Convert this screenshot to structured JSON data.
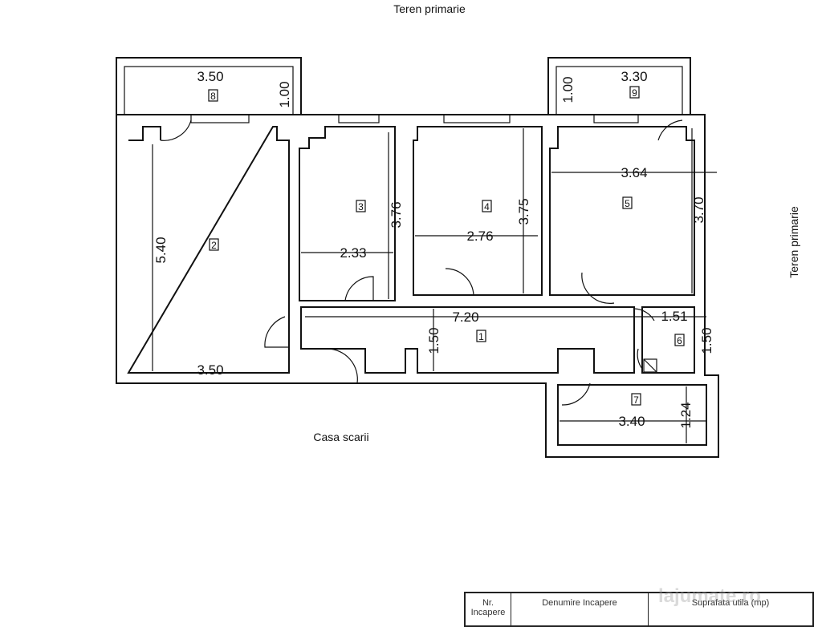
{
  "labels": {
    "top": "Teren primarie",
    "right": "Teren primarie",
    "stairs": "Casa scarii"
  },
  "rooms": [
    {
      "id": "1",
      "dims": [
        "7.20",
        "1.50"
      ]
    },
    {
      "id": "2",
      "dims": [
        "5.40",
        "3.50"
      ]
    },
    {
      "id": "3",
      "dims": [
        "2.33",
        "3.76"
      ]
    },
    {
      "id": "4",
      "dims": [
        "2.76",
        "3.75"
      ]
    },
    {
      "id": "5",
      "dims": [
        "3.64",
        "3.70"
      ]
    },
    {
      "id": "6",
      "dims": [
        "1.51",
        "1.50"
      ]
    },
    {
      "id": "7",
      "dims": [
        "3.40",
        "1.24"
      ]
    },
    {
      "id": "8",
      "dims": [
        "3.50",
        "1.00"
      ]
    },
    {
      "id": "9",
      "dims": [
        "3.30",
        "1.00"
      ]
    }
  ],
  "table": {
    "headers": [
      "Nr. Incapere",
      "Denumire Incapere",
      "Suprafata utila (mp)"
    ]
  },
  "watermark": "lajumate.ro"
}
